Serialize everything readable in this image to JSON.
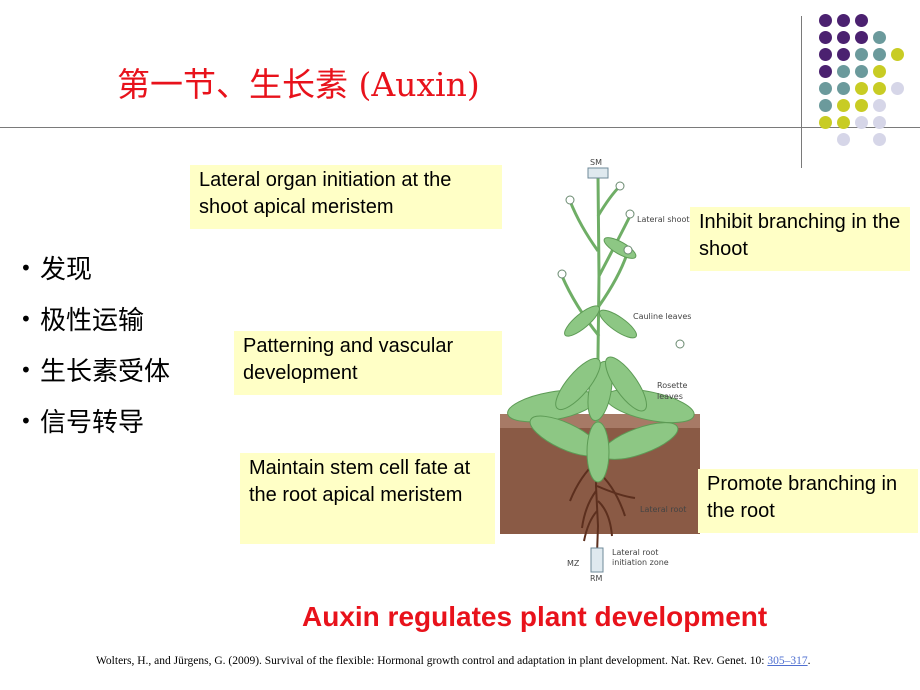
{
  "title": "第一节、生长素 (Auxin)",
  "bullets": [
    "发现",
    "极性运输",
    "生长素受体",
    "信号转导"
  ],
  "callouts": {
    "lateral_organ": "Lateral organ initiation at the shoot apical meristem",
    "patterning": "Patterning and vascular development",
    "stem_cell": "Maintain stem cell fate at the root apical meristem",
    "inhibit": "Inhibit branching in the shoot",
    "promote": "Promote branching in the root"
  },
  "figure_labels": {
    "sm": "SM",
    "lateral_shoot": "Lateral shoot",
    "cauline": "Cauline leaves",
    "rosette_1": "Rosette",
    "rosette_2": "leaves",
    "lateral_root": "Lateral root",
    "lr_zone_1": "Lateral root",
    "lr_zone_2": "initiation zone",
    "mz": "MZ",
    "rm": "RM"
  },
  "caption": "Auxin regulates plant development",
  "reference": {
    "text": "Wolters, H., and Jürgens, G. (2009). Survival of the flexible: Hormonal growth control and adaptation in plant development. Nat. Rev. Genet. 10: ",
    "link": "305–317",
    "end": "."
  },
  "colors": {
    "title_red": "#e8121b",
    "box_yellow": "#ffffc6",
    "dot_purple": "#4b2170",
    "dot_teal": "#6b9a9c",
    "dot_olive": "#c8cc24",
    "dot_lavender": "#d6d6e8"
  }
}
